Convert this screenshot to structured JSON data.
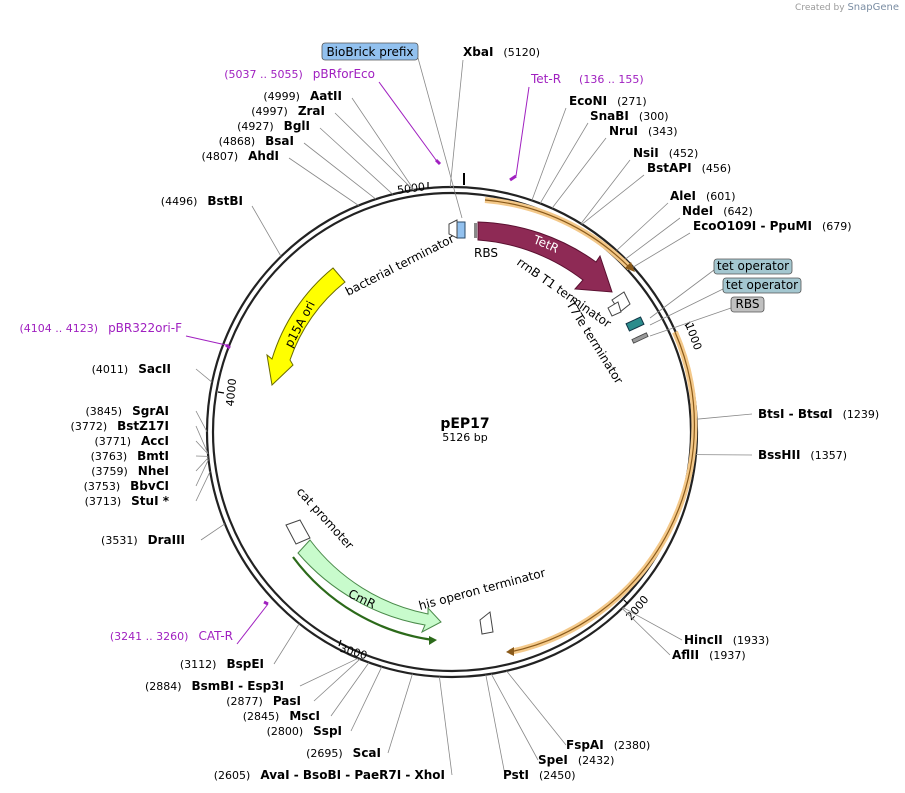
{
  "credit": {
    "created_by": "Created by",
    "brand": "SnapGene"
  },
  "plasmid": {
    "name": "pEP17",
    "length": "5126 bp",
    "bp": 5126
  },
  "tick_labels": [
    "1000",
    "2000",
    "3000",
    "4000",
    "5000"
  ],
  "features": [
    {
      "name": "TetR",
      "label": "TetR",
      "type": "cds",
      "color": "#8e2a55",
      "text_color": "#ffffff"
    },
    {
      "name": "p15A ori",
      "label": "p15A ori",
      "type": "origin",
      "color": "#ffff00",
      "text_color": "#000000"
    },
    {
      "name": "CmR",
      "label": "CmR",
      "type": "cds",
      "color": "#c8fbcc",
      "text_color": "#000000"
    },
    {
      "name": "BioBrick prefix",
      "label": "BioBrick prefix",
      "type": "misc",
      "color": "#92c1ef"
    },
    {
      "name": "tet operator",
      "label": "tet operator",
      "type": "protein_bind",
      "color": "#a4c7d0"
    },
    {
      "name": "tet operator 2",
      "label": "tet operator",
      "type": "protein_bind",
      "color": "#a4c7d0"
    },
    {
      "name": "RBS",
      "label": "RBS",
      "type": "rbs",
      "color": "#c0c0c0"
    },
    {
      "name": "RBS inner",
      "label": "RBS",
      "type": "rbs"
    },
    {
      "name": "bacterial terminator",
      "label": "bacterial terminator",
      "type": "terminator"
    },
    {
      "name": "rrnB T1 terminator",
      "label": "rrnB T1 terminator",
      "type": "terminator"
    },
    {
      "name": "T7Te terminator",
      "label": "T7Te terminator",
      "type": "terminator"
    },
    {
      "name": "cat promoter",
      "label": "cat promoter",
      "type": "promoter"
    },
    {
      "name": "his operon terminator",
      "label": "his operon terminator",
      "type": "terminator"
    }
  ],
  "primers": [
    {
      "name": "pBRforEco",
      "range": "(5037 .. 5055)"
    },
    {
      "name": "Tet-R",
      "range": "(136 .. 155)"
    },
    {
      "name": "pBR322ori-F",
      "range": "(4104 .. 4123)"
    },
    {
      "name": "CAT-R",
      "range": "(3241 .. 3260)"
    }
  ],
  "sites": [
    {
      "name": "XbaI",
      "pos": "(5120)"
    },
    {
      "name": "EcoNI",
      "pos": "(271)"
    },
    {
      "name": "SnaBI",
      "pos": "(300)"
    },
    {
      "name": "NruI",
      "pos": "(343)"
    },
    {
      "name": "NsiI",
      "pos": "(452)"
    },
    {
      "name": "BstAPI",
      "pos": "(456)"
    },
    {
      "name": "AleI",
      "pos": "(601)"
    },
    {
      "name": "NdeI",
      "pos": "(642)"
    },
    {
      "name": "EcoO109I - PpuMI",
      "pos": "(679)"
    },
    {
      "name": "BtsI - BtsαI",
      "pos": "(1239)"
    },
    {
      "name": "BssHII",
      "pos": "(1357)"
    },
    {
      "name": "HincII",
      "pos": "(1933)"
    },
    {
      "name": "AflII",
      "pos": "(1937)"
    },
    {
      "name": "FspAI",
      "pos": "(2380)"
    },
    {
      "name": "SpeI",
      "pos": "(2432)"
    },
    {
      "name": "PstI",
      "pos": "(2450)"
    },
    {
      "name": "AvaI - BsoBI - PaeR7I - XhoI",
      "pos": "(2605)"
    },
    {
      "name": "ScaI",
      "pos": "(2695)"
    },
    {
      "name": "SspI",
      "pos": "(2800)"
    },
    {
      "name": "MscI",
      "pos": "(2845)"
    },
    {
      "name": "PasI",
      "pos": "(2877)"
    },
    {
      "name": "BsmBI - Esp3I",
      "pos": "(2884)"
    },
    {
      "name": "BspEI",
      "pos": "(3112)"
    },
    {
      "name": "DraIII",
      "pos": "(3531)"
    },
    {
      "name": "StuI *",
      "pos": "(3713)"
    },
    {
      "name": "BbvCI",
      "pos": "(3753)"
    },
    {
      "name": "NheI",
      "pos": "(3759)"
    },
    {
      "name": "BmtI",
      "pos": "(3763)"
    },
    {
      "name": "AccI",
      "pos": "(3771)"
    },
    {
      "name": "BstZ17I",
      "pos": "(3772)"
    },
    {
      "name": "SgrAI",
      "pos": "(3845)"
    },
    {
      "name": "SacII",
      "pos": "(4011)"
    },
    {
      "name": "BstBI",
      "pos": "(4496)"
    },
    {
      "name": "AhdI",
      "pos": "(4807)"
    },
    {
      "name": "BsaI",
      "pos": "(4868)"
    },
    {
      "name": "BglI",
      "pos": "(4927)"
    },
    {
      "name": "ZraI",
      "pos": "(4997)"
    },
    {
      "name": "AatII",
      "pos": "(4999)"
    }
  ],
  "colors": {
    "primer": "#a020c0",
    "orf": "#f4c98a",
    "backbone": "#222222"
  }
}
